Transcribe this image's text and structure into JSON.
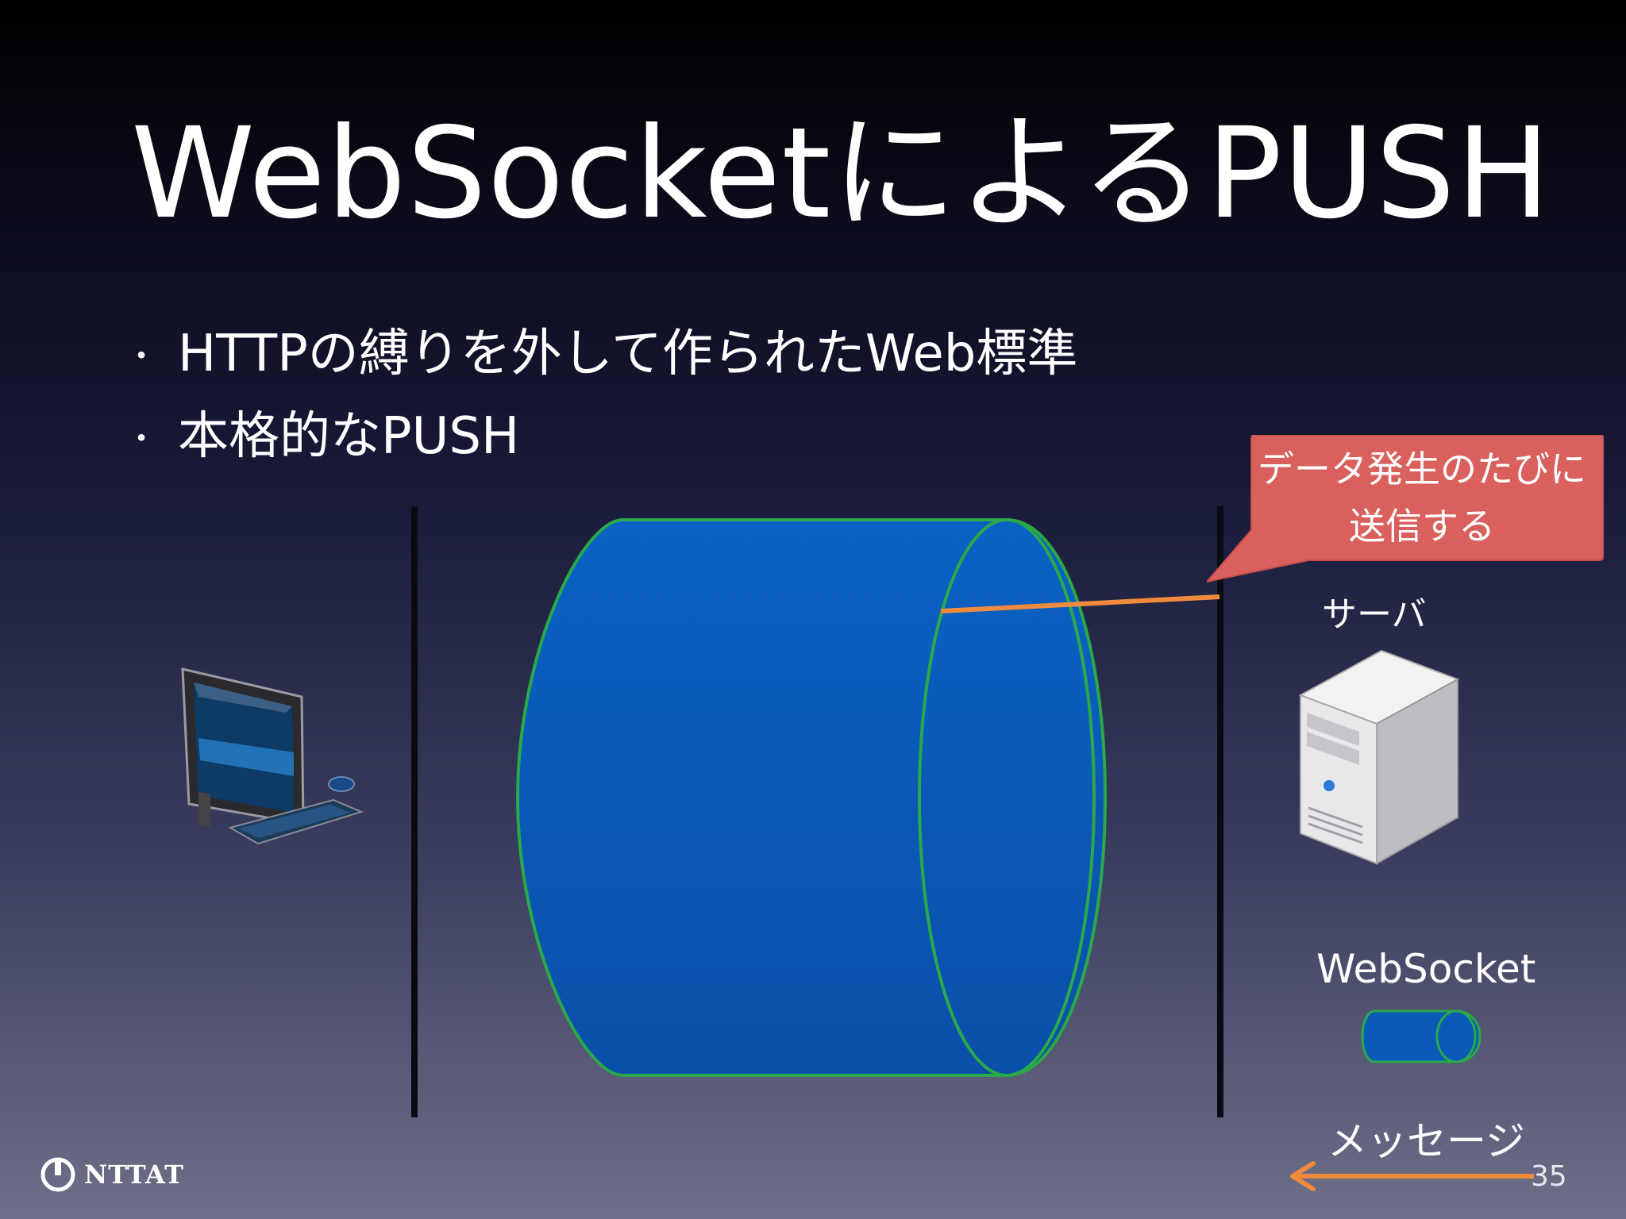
{
  "slide": {
    "title": "WebSocketによるPUSH",
    "bullets": [
      {
        "marker": "・",
        "text": "HTTPの縛りを外して作られたWeb標準"
      },
      {
        "marker": "・",
        "text": "本格的なPUSH"
      }
    ],
    "callout": {
      "line1": "データ発生のたびに",
      "line2": "送信する",
      "color": "#d9605c"
    },
    "server_label": "サーバ",
    "legend": {
      "websocket_label": "WebSocket",
      "message_label": "メッセージ"
    },
    "page_number": "35",
    "logo_text": "NTTAT",
    "colors": {
      "tube_blue": "#0a5bb8",
      "tube_outline": "#2aa84a",
      "message_arrow": "#f08a3c"
    },
    "icons": [
      "computer-icon",
      "server-icon",
      "ntt-logo-icon"
    ]
  }
}
